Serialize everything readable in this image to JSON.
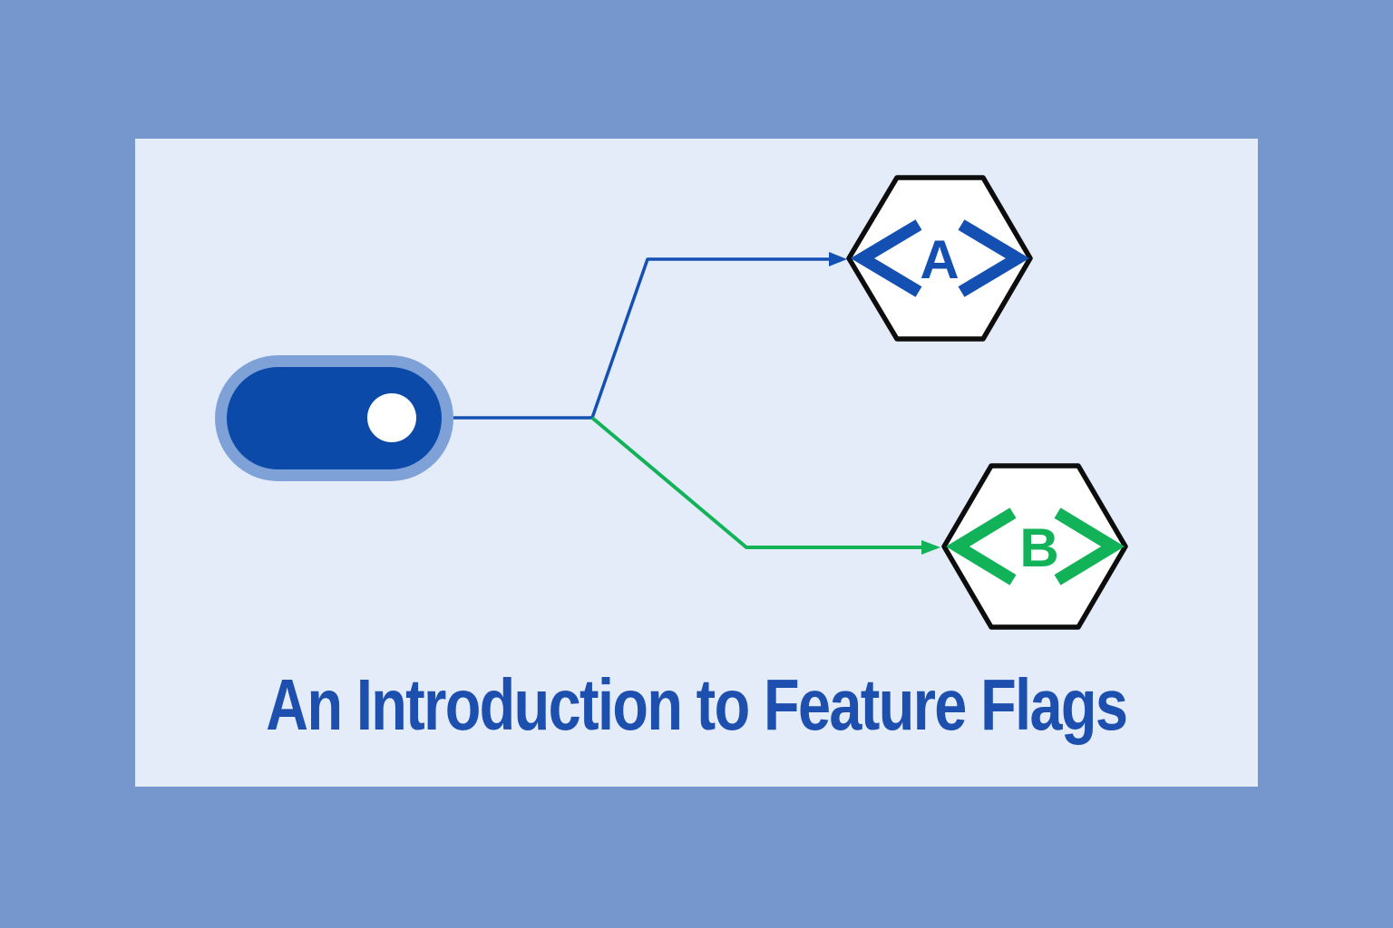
{
  "page": {
    "title": "An Introduction to Feature Flags"
  },
  "diagram": {
    "toggle": {
      "name": "feature-flag-toggle",
      "state": "on"
    },
    "variants": [
      {
        "letter": "A",
        "bracket_left": "<",
        "bracket_right": ">",
        "color": "#1450b2"
      },
      {
        "letter": "B",
        "bracket_left": "<",
        "bracket_right": ">",
        "color": "#12b259"
      }
    ]
  },
  "icons": [
    "toggle-switch-icon",
    "arrow-right-blue-icon",
    "arrow-right-green-icon",
    "angle-bracket-left-icon",
    "angle-bracket-right-icon",
    "hexagon-shape"
  ],
  "colors": {
    "bg": "#7597ce",
    "card": "#e4ecfa",
    "title": "#1d4fae",
    "blue": "#1450b2",
    "green": "#12b259",
    "toggle-fill": "#0b4aa8",
    "toggle-ring": "#7ea2d8",
    "hex-fill": "#ffffff",
    "hex-stroke": "#0d0d0d",
    "knob": "#ffffff"
  }
}
